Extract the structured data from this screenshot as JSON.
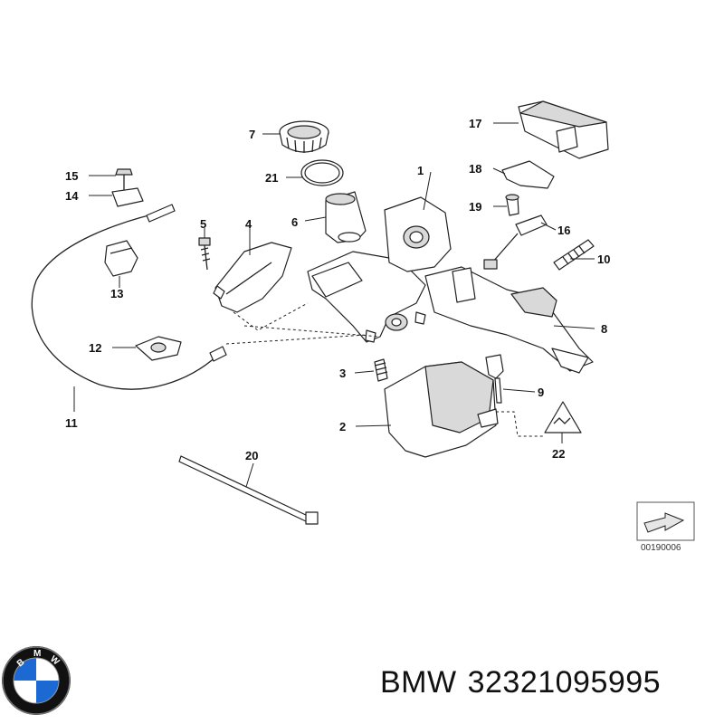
{
  "diagram": {
    "callouts": {
      "c1": "1",
      "c2": "2",
      "c3": "3",
      "c4": "4",
      "c5": "5",
      "c6": "6",
      "c7": "7",
      "c8": "8",
      "c9": "9",
      "c10": "10",
      "c11": "11",
      "c12": "12",
      "c13": "13",
      "c14": "14",
      "c15": "15",
      "c16": "16",
      "c17": "17",
      "c18": "18",
      "c19": "19",
      "c20": "20",
      "c21": "21",
      "c22": "22"
    },
    "reference_code": "00190006"
  },
  "footer": {
    "brand": "BMW",
    "part_number": "32321095995",
    "logo_letters": "BMW"
  },
  "colors": {
    "logo_blue": "#1c69d4",
    "logo_ring": "#111111",
    "line": "#222222"
  }
}
